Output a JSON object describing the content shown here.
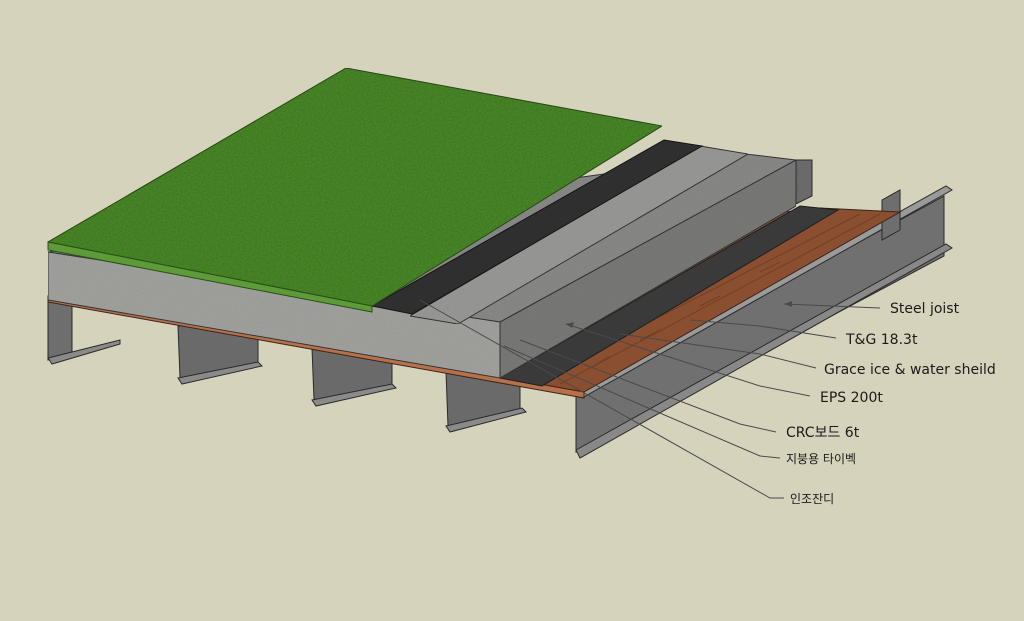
{
  "labels": {
    "steel_joist": "Steel joist",
    "tg": "T&G 18.3t",
    "grace": "Grace ice & water sheild",
    "eps": "EPS 200t",
    "crc": "CRC보드 6t",
    "tyvek": "지붕용 타이벡",
    "turf": "인조잔디"
  },
  "colors": {
    "background": "#d6d3bd",
    "turf": "#4f8a2c",
    "board": "#a9a9a5",
    "eps": "#7e7f7d",
    "membrane": "#3b3b3b",
    "wood": "#8a4f31",
    "steel": "#6f6f6f"
  }
}
